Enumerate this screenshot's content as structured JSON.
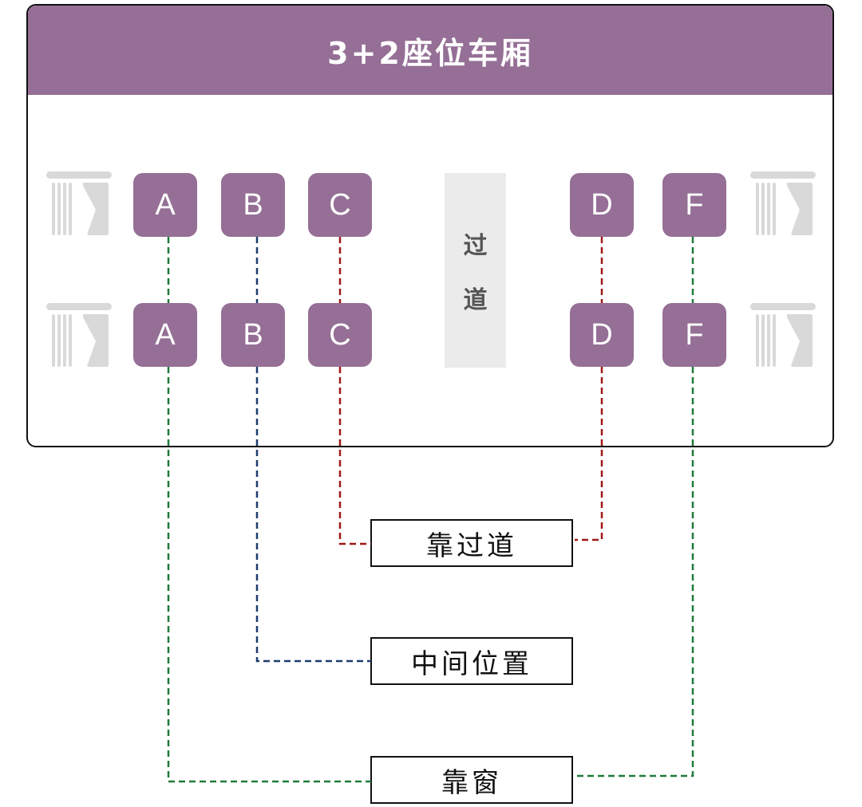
{
  "title": "3+2座位车厢",
  "aisle_label": [
    "过",
    "道"
  ],
  "seats": {
    "front_row": [
      "A",
      "B",
      "C",
      "D",
      "F"
    ],
    "back_row": [
      "A",
      "B",
      "C",
      "D",
      "F"
    ]
  },
  "labels": {
    "aisle": "靠过道",
    "middle": "中间位置",
    "window": "靠窗"
  },
  "groups": [
    {
      "name": "aisle",
      "seats": [
        "C",
        "D"
      ],
      "color": "#a01818"
    },
    {
      "name": "middle",
      "seats": [
        "B"
      ],
      "color": "#1d3c6e"
    },
    {
      "name": "window",
      "seats": [
        "A",
        "F"
      ],
      "color": "#1f7a3a"
    }
  ],
  "colors": {
    "header": "#956f96",
    "seat": "#956f96",
    "aisle_bg": "#ebebeb",
    "window_icon": "#d9d9d9"
  },
  "icons": {
    "window": "window-curtain-icon"
  }
}
